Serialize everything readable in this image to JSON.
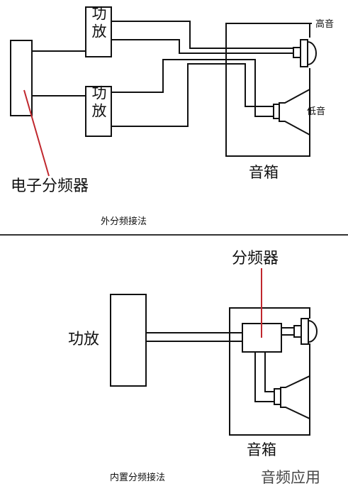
{
  "top": {
    "amp1_label": "功放",
    "amp2_label": "功放",
    "tweeter_label": "高音",
    "woofer_label": "低音",
    "speaker_box_label": "音箱",
    "electronic_crossover_label": "电子分频器",
    "caption": "外分频接法"
  },
  "bottom": {
    "amp_label": "功放",
    "crossover_label": "分频器",
    "speaker_box_label": "音箱",
    "caption": "内置分频接法"
  },
  "watermark": "音频应用",
  "colors": {
    "line": "#111111",
    "pointer": "#c0272d",
    "divider": "#333333"
  }
}
